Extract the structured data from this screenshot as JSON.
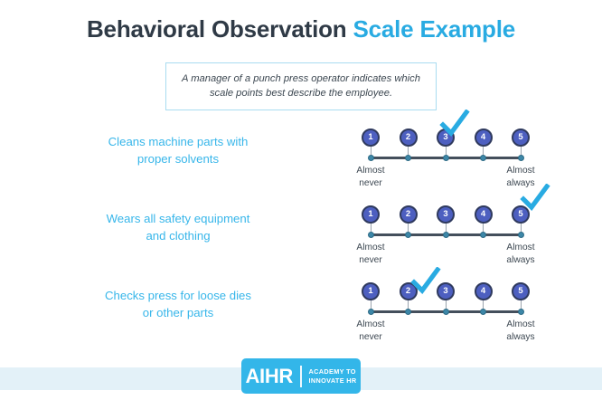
{
  "header": {
    "title_dark": "Behavioral Observation",
    "title_accent": "Scale Example"
  },
  "callout": {
    "line1": "A manager of a punch press operator indicates which",
    "line2": "scale points best describe the employee."
  },
  "scale": {
    "points": [
      "1",
      "2",
      "3",
      "4",
      "5"
    ],
    "low_label_line1": "Almost",
    "low_label_line2": "never",
    "high_label_line1": "Almost",
    "high_label_line2": "always"
  },
  "rows": [
    {
      "label_line1": "Cleans machine parts with",
      "label_line2": "proper solvents",
      "checked_point": 3
    },
    {
      "label_line1": "Wears all safety equipment",
      "label_line2": "and clothing",
      "checked_point": 5
    },
    {
      "label_line1": "Checks press for loose dies",
      "label_line2": "or other parts",
      "checked_point": 2
    }
  ],
  "footer": {
    "logo_mark": "AIHR",
    "logo_tag_line1": "ACADEMY TO",
    "logo_tag_line2": "INNOVATE HR"
  },
  "colors": {
    "accent_cyan": "#29abe2",
    "title_dark": "#2f3a46",
    "label_cyan": "#37b6ea",
    "bubble_fill": "#4d5fc0",
    "bubble_ring": "#2f3a5e",
    "axis": "#444f5c",
    "node": "#3d87a8",
    "footer_band": "#e3f1f8",
    "logo_bg": "#33b6e9"
  }
}
